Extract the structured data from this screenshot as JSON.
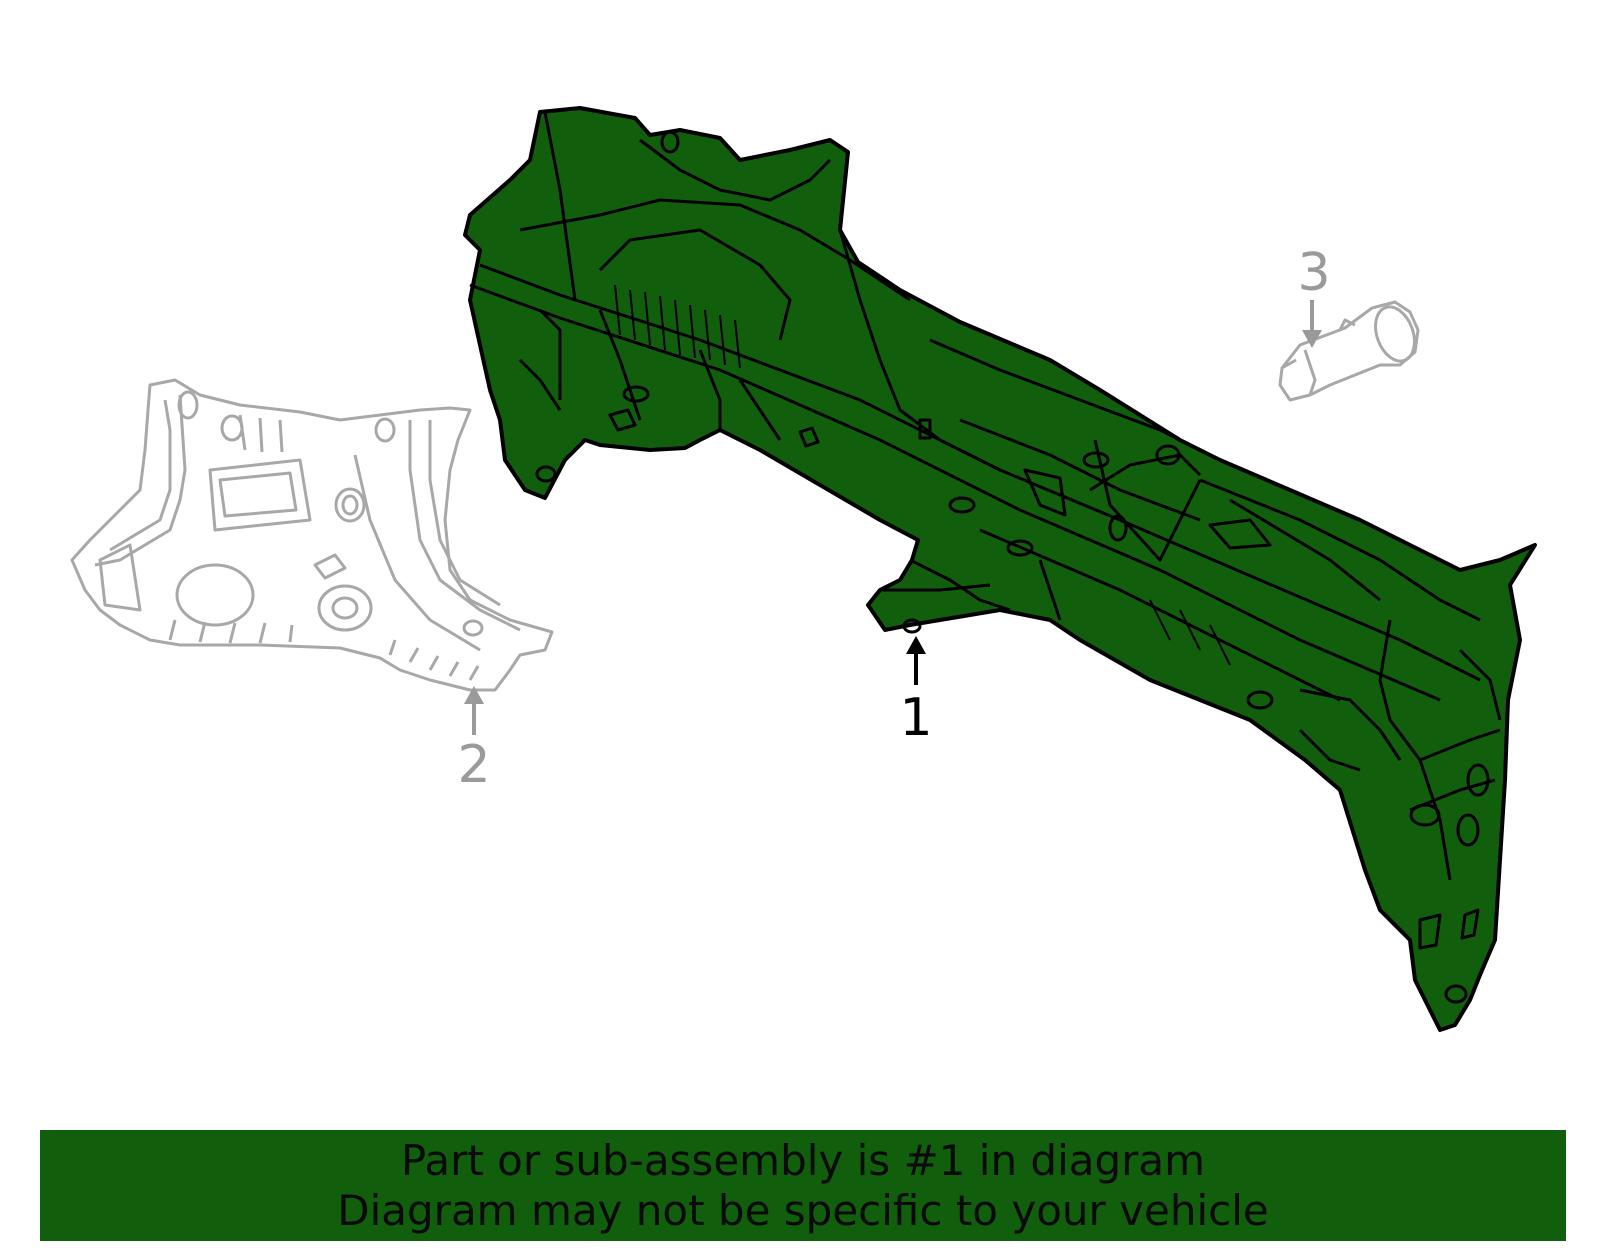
{
  "callouts": {
    "part_1": "1",
    "part_2": "2",
    "part_3": "3"
  },
  "banner": {
    "line1": "Part or sub-assembly is #1 in diagram",
    "line2": "Diagram may not be specific to your vehicle"
  },
  "colors": {
    "highlight_fill": "#115e0c",
    "outline": "#000000",
    "ghost_outline": "#a8a8a8",
    "ghost_text": "#9a9a9a",
    "banner_bg": "#115e0c"
  },
  "icons": {
    "part_1": "cowl-panel-assembly",
    "part_2": "side-dash-panel",
    "part_3": "clip-fastener"
  }
}
